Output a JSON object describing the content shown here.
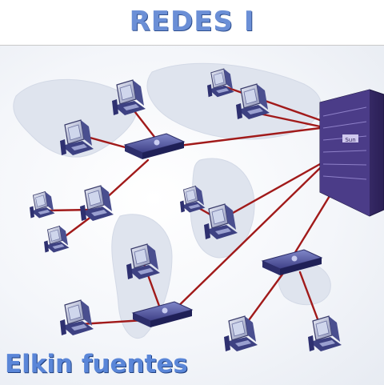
{
  "title": "REDES I",
  "author": "Elkin fuentes",
  "colors": {
    "title": "#6b8fd6",
    "author": "#5a86d8",
    "link": "#a11a1a",
    "device": "#4b4f9a",
    "server": "#3a2c6e"
  },
  "icons": {
    "switch": "network-switch-icon",
    "server": "rack-server-icon",
    "pc": "desktop-computer-icon",
    "map": "world-map"
  },
  "logo_text": "Sun"
}
